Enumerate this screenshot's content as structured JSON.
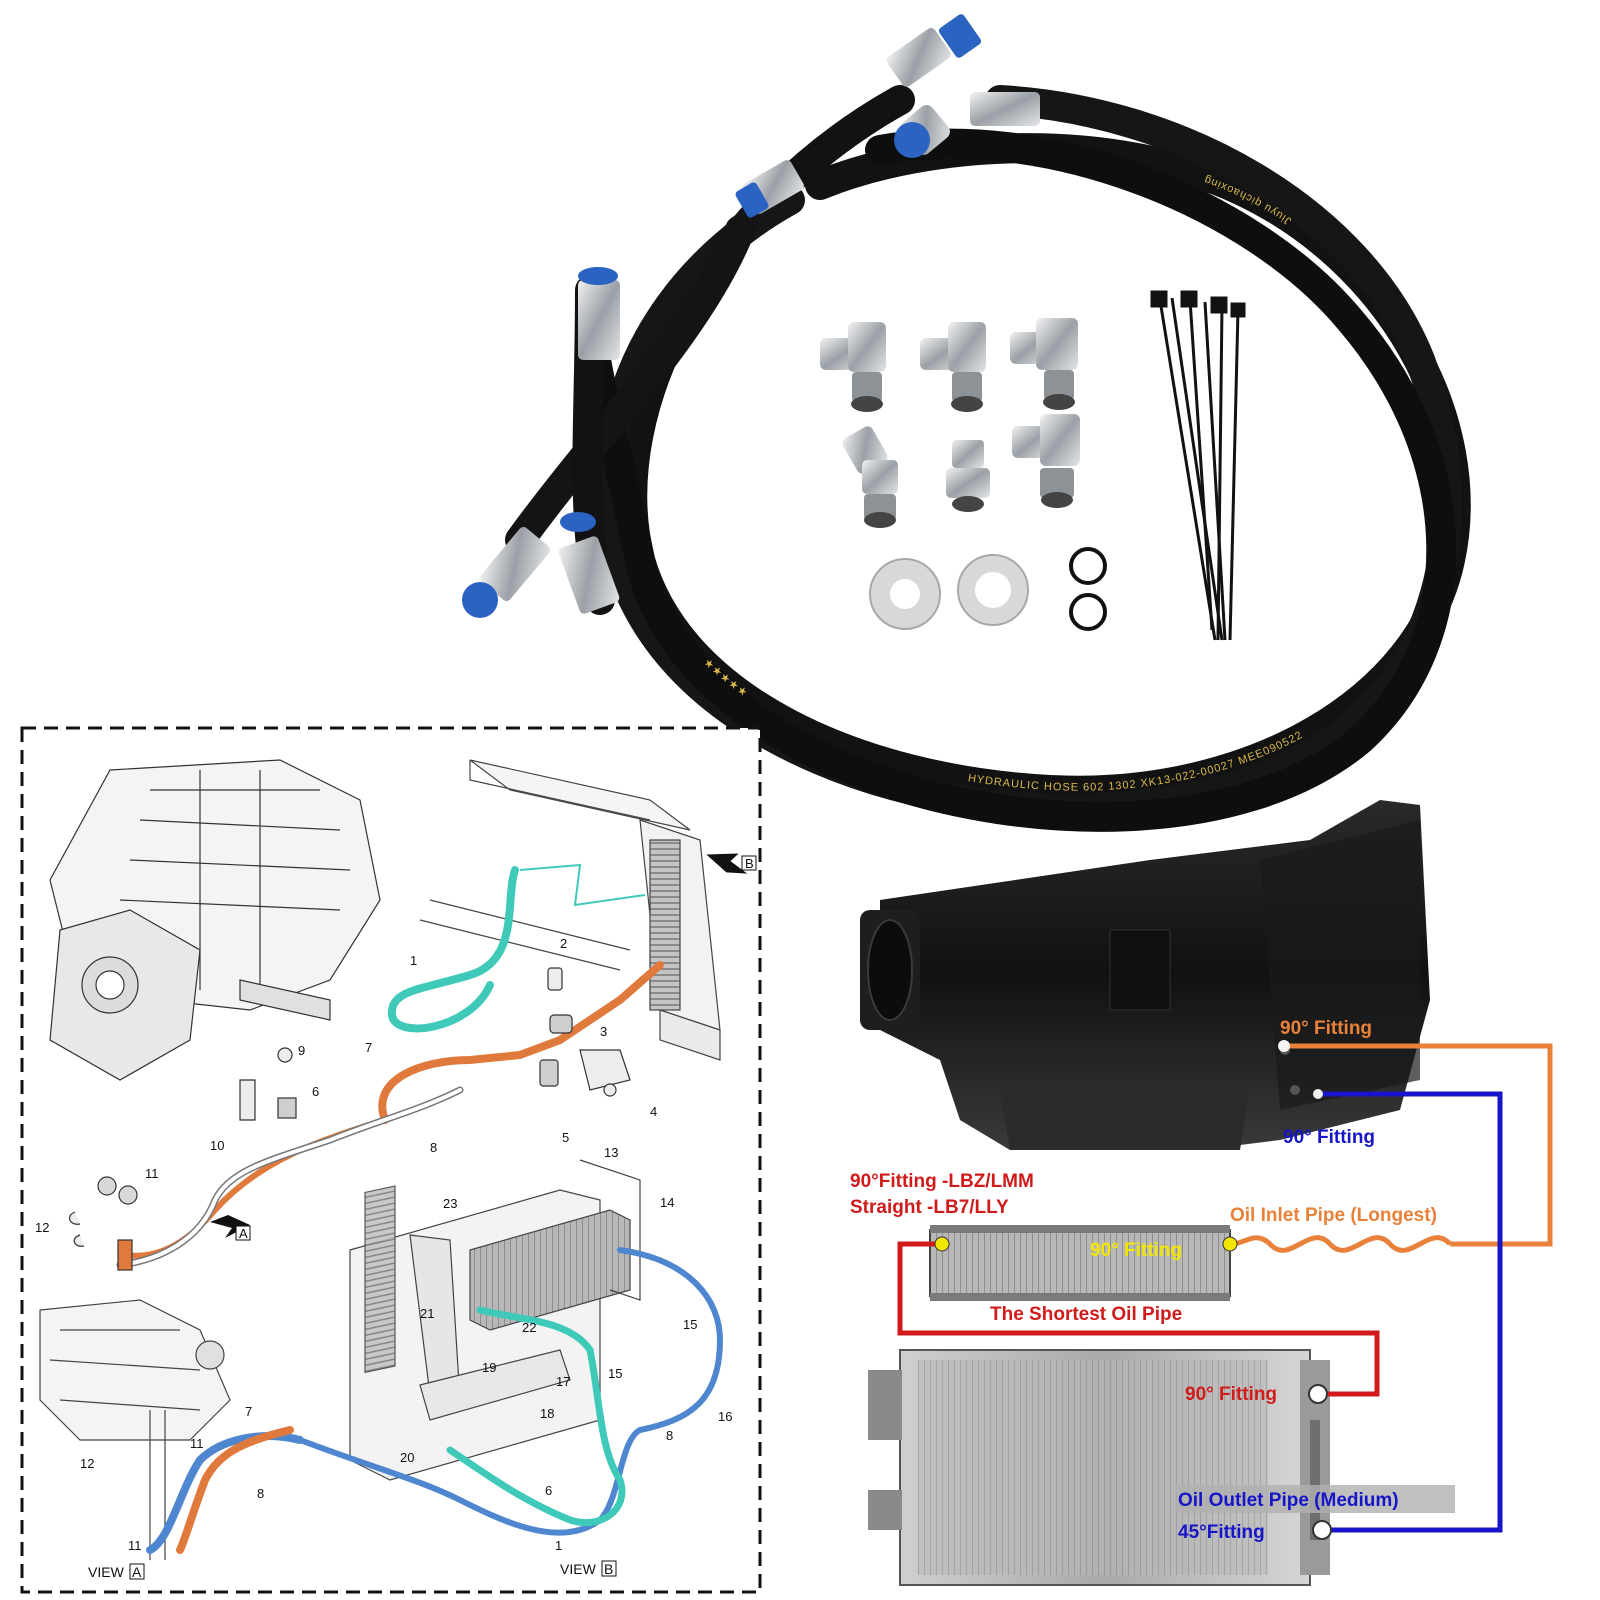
{
  "colors": {
    "orange_line": "#e8823a",
    "blue_line": "#1616c8",
    "red_line": "#d11b1b",
    "teal_hose": "#3fc9b8",
    "orange_hose": "#e07a3c",
    "blue_hose": "#4f86d0",
    "hose_black": "#121212",
    "fitting_blue": "#2a63c2",
    "label_yellow": "#f3e600"
  },
  "hose_printing": {
    "text_a": "HYDRAULIC  HOSE 602 1302  XK13-022-00027  MEE090522",
    "text_b": "Jiuyu qichaoxing",
    "stars": "★★★★★"
  },
  "flow_labels": {
    "trans_top_fitting": "90° Fitting",
    "trans_bottom_fitting": "90° Fitting",
    "cooler_fitting_note_line1": "90°Fitting -LBZ/LMM",
    "cooler_fitting_note_line2": "Straight -LB7/LLY",
    "oil_inlet": "Oil Inlet Pipe (Longest)",
    "cooler_right_fitting": "90° Fitting",
    "shortest_pipe": "The Shortest Oil Pipe",
    "radiator_fitting": "90° Fitting",
    "oil_outlet": "Oil Outlet Pipe (Medium)",
    "radiator_bottom_fitting": "45°Fitting"
  },
  "diagram": {
    "view_a": "VIEW",
    "view_a_box": "A",
    "view_b": "VIEW",
    "view_b_box": "B",
    "arrow_a": "A",
    "arrow_b": "B",
    "callouts": [
      "1",
      "2",
      "3",
      "4",
      "5",
      "6",
      "7",
      "8",
      "9",
      "10",
      "11",
      "12",
      "13",
      "14",
      "15",
      "16",
      "17",
      "18",
      "19",
      "20",
      "21",
      "22",
      "23"
    ]
  }
}
